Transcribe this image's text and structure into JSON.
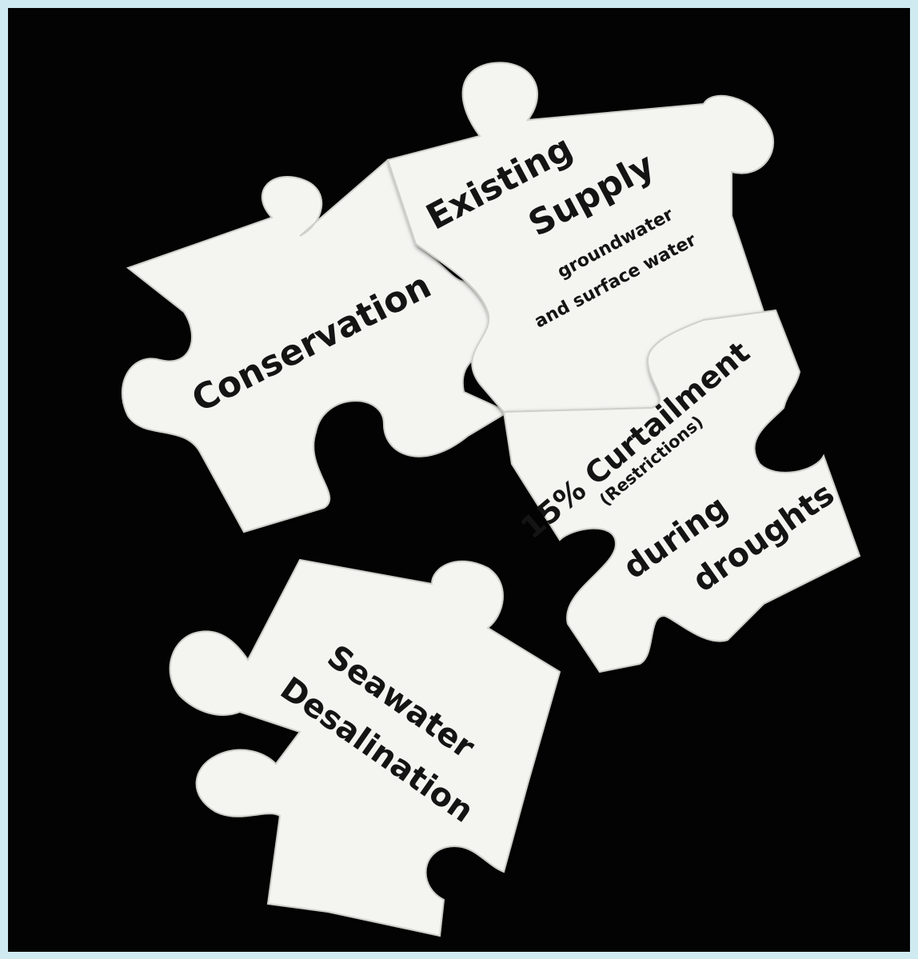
{
  "colors": {
    "frame": "#cfeaf0",
    "background": "#030303",
    "piece": "#f4f4f1",
    "piece_shadow": "#c9c9c4",
    "text": "#141414"
  },
  "pieces": {
    "conservation": {
      "label": "Conservation"
    },
    "existing_supply": {
      "line1": "Existing",
      "line2": "Supply",
      "line3": "groundwater",
      "line4": "and surface water"
    },
    "curtailment": {
      "line1": "15% Curtailment",
      "line2": "(Restrictions)",
      "line3": "during",
      "line4": "droughts"
    },
    "desalination": {
      "line1": "Seawater",
      "line2": "Desalination"
    }
  }
}
